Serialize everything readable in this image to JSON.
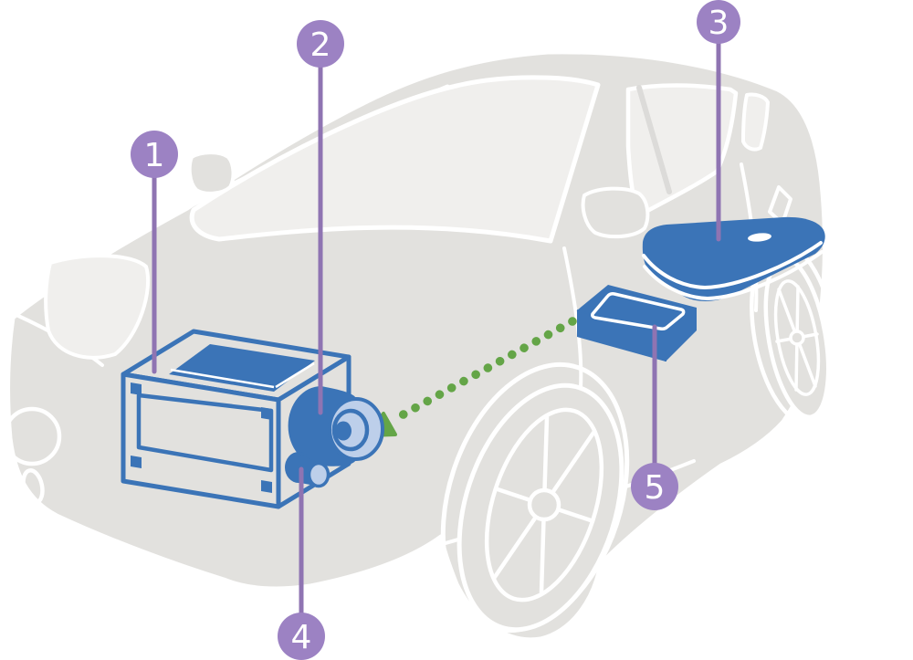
{
  "diagram": {
    "subject": "car-ev-powertrain-components-diagram",
    "background": "#ffffff"
  },
  "colors": {
    "car_body": "#e2e1de",
    "car_glass": "#f0efed",
    "outline": "#ffffff",
    "component_blue": "#3b74b7",
    "component_blue_light": "#bdcfea",
    "arrow_green": "#64a547",
    "callout_circle_purple": "#9c82c3",
    "callout_line_purple": "#8f74b2",
    "callout_text": "#ffffff"
  },
  "callouts": [
    {
      "label": "1",
      "component": "front-power-unit-box"
    },
    {
      "label": "2",
      "component": "motor-cylinder"
    },
    {
      "label": "3",
      "component": "battery-pack-slab"
    },
    {
      "label": "4",
      "component": "auxiliary-cylinder"
    },
    {
      "label": "5",
      "component": "control-module-box"
    }
  ],
  "arrow": {
    "style": "dotted",
    "color": "#64a547",
    "from": "control-module-box",
    "to": "motor-cylinder"
  }
}
